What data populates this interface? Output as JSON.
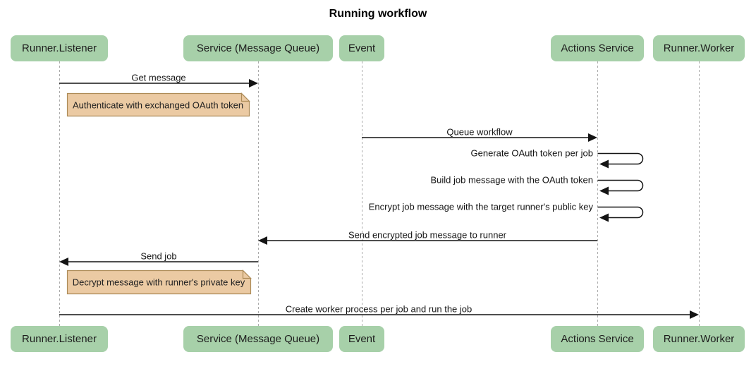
{
  "title": "Running workflow",
  "diagram_type": "sequence",
  "colors": {
    "actor_fill": "#a7d0a9",
    "note_fill": "#ebcaa3",
    "note_border": "#ad8b57",
    "lifeline_color": "#ababab",
    "arrow_color": "#141414"
  },
  "participants": [
    {
      "name": "Runner.Listener"
    },
    {
      "name": "Service (Message Queue)"
    },
    {
      "name": "Event"
    },
    {
      "name": "Actions Service"
    },
    {
      "name": "Runner.Worker"
    }
  ],
  "messages": [
    {
      "label": "Get message",
      "from": "Runner.Listener",
      "to": "Service (Message Queue)",
      "type": "solid"
    },
    {
      "label": "Queue workflow",
      "from": "Event",
      "to": "Actions Service",
      "type": "solid"
    },
    {
      "label": "Generate OAuth token per job",
      "from": "Actions Service",
      "to": "Actions Service",
      "type": "self"
    },
    {
      "label": "Build job message with the OAuth token",
      "from": "Actions Service",
      "to": "Actions Service",
      "type": "self"
    },
    {
      "label": "Encrypt job message with the target runner's public key",
      "from": "Actions Service",
      "to": "Actions Service",
      "type": "self"
    },
    {
      "label": "Send encrypted job message to runner",
      "from": "Actions Service",
      "to": "Service (Message Queue)",
      "type": "solid"
    },
    {
      "label": "Send job",
      "from": "Service (Message Queue)",
      "to": "Runner.Listener",
      "type": "solid"
    },
    {
      "label": "Create worker process per job and run the job",
      "from": "Runner.Listener",
      "to": "Runner.Worker",
      "type": "solid"
    }
  ],
  "notes": [
    {
      "text": "Authenticate with exchanged OAuth token",
      "over": "Runner.Listener"
    },
    {
      "text": "Decrypt message with runner's private key",
      "over": "Runner.Listener"
    }
  ]
}
